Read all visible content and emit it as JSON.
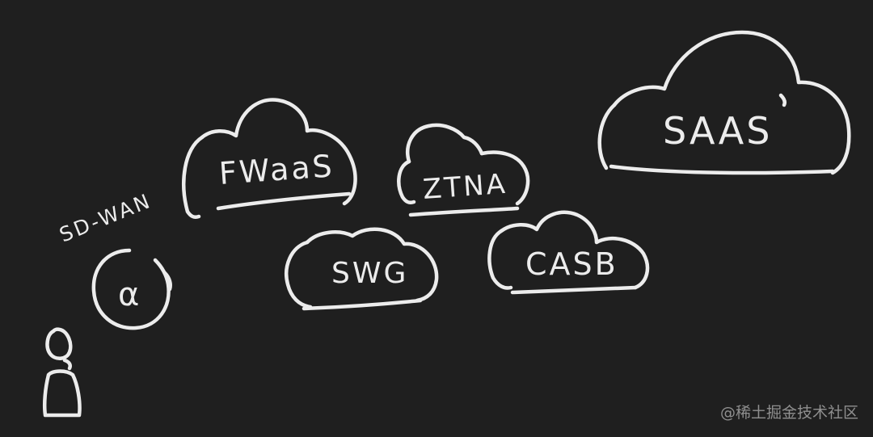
{
  "diagram": {
    "sdwan_label": "SD-WAN",
    "router_symbol": "α",
    "clouds": {
      "fwaas": "FWaaS",
      "ztna": "ZTNA",
      "saas": "SAAS",
      "swg": "SWG",
      "casb": "CASB"
    }
  },
  "watermark": "@稀土掘金技术社区",
  "colors": {
    "background": "#1f1f1f",
    "stroke": "#ececec",
    "watermark": "#8f8f8f"
  }
}
